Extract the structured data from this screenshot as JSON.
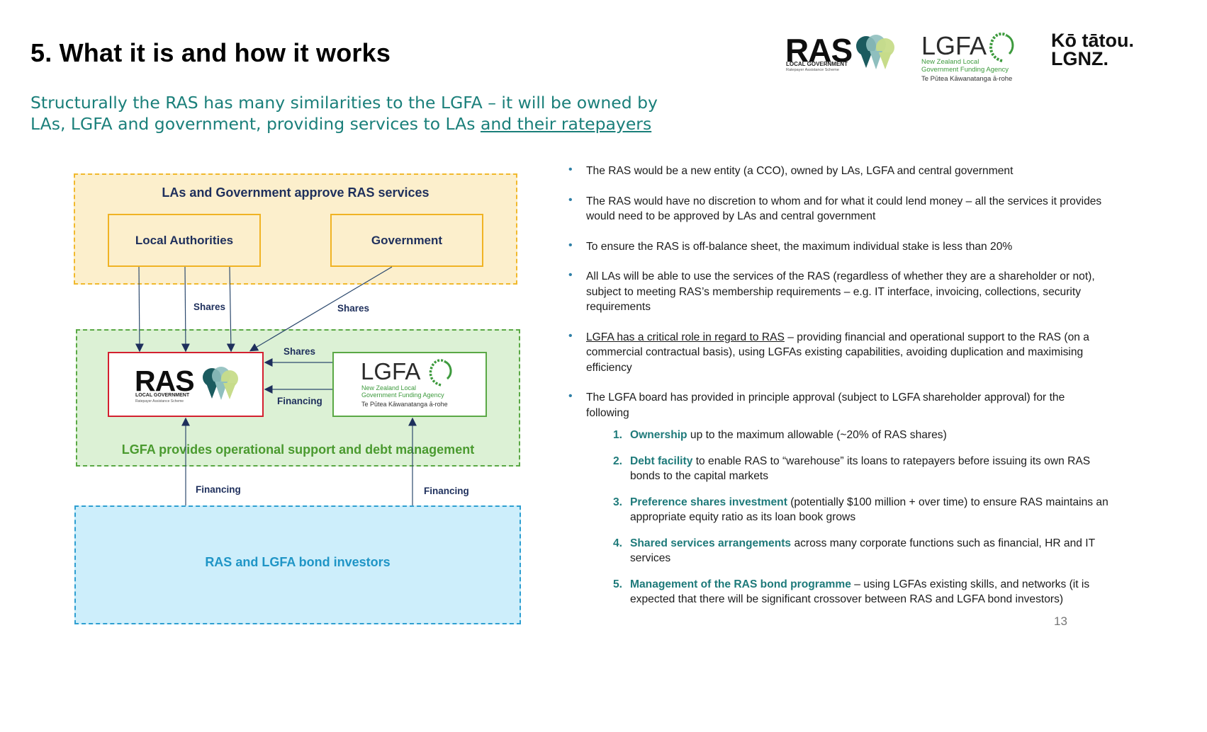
{
  "header": {
    "title": "5. What it is and how it works",
    "subtitle_lead": "Structurally the RAS has many similarities to the LGFA – it will be owned by LAs, LGFA and government, providing services to LAs ",
    "subtitle_underlined": "and their ratepayers"
  },
  "logos": {
    "ras": {
      "name": "RAS",
      "line1": "LOCAL GOVERNMENT",
      "line2": "Ratepayer Assistance Scheme",
      "colors": [
        "#1b5b5f",
        "#8fbfbe",
        "#c7dc8a"
      ]
    },
    "lgfa": {
      "name": "LGFA",
      "line1": "New Zealand Local",
      "line2": "Government Funding Agency",
      "maori": "Te Pūtea Kāwanatanga ā-rohe"
    },
    "kotatou": {
      "line1": "Kō tātou.",
      "line2": "LGNZ."
    }
  },
  "diagram": {
    "top_zone_title": "LAs and Government approve RAS services",
    "local_authorities": "Local Authorities",
    "government": "Government",
    "mid_zone_title": "LGFA provides operational support and debt management",
    "bottom_zone_title": "RAS and LGFA bond investors",
    "labels": {
      "shares_la": "Shares",
      "shares_gov": "Shares",
      "shares_lgfa": "Shares",
      "financing_lgfa": "Financing",
      "financing_left": "Financing",
      "financing_right": "Financing"
    },
    "colors": {
      "top_fill": "#fcefcc",
      "top_border": "#f1b92d",
      "mid_fill": "#dcf1d5",
      "mid_border": "#5aa845",
      "bot_fill": "#cdeefb",
      "bot_border": "#2e9fd1",
      "ras_border": "#d3202f",
      "arrow": "#2d4a6e"
    }
  },
  "bullets": [
    {
      "text": "The RAS would be a new entity (a CCO), owned by LAs, LGFA and central government"
    },
    {
      "text": "The RAS would have no discretion to whom and for what it could lend money – all the services it provides would need to be approved by LAs and central government"
    },
    {
      "text": "To ensure the RAS is off-balance sheet, the maximum individual stake  is less than 20%"
    },
    {
      "text": "All LAs will be able to use the services of the RAS (regardless of whether they are a shareholder or not), subject to meeting RAS’s membership requirements – e.g. IT interface, invoicing, collections, security requirements"
    },
    {
      "underlined": "LGFA has a critical role in regard to RAS",
      "text": " – providing financial and operational support to the RAS (on a commercial contractual basis), using LGFAs existing capabilities, avoiding duplication and maximising efficiency"
    },
    {
      "text": "The LGFA board has provided in principle approval (subject to LGFA shareholder approval) for the following"
    }
  ],
  "numbered": [
    {
      "n": "1.",
      "bold": "Ownership",
      "text": " up to the maximum allowable (~20% of RAS shares)"
    },
    {
      "n": "2.",
      "bold": "Debt facility",
      "text": " to enable RAS to “warehouse” its loans to ratepayers before issuing its own RAS bonds to the capital markets"
    },
    {
      "n": "3.",
      "bold": "Preference shares investment",
      "text": " (potentially $100 million + over time) to ensure RAS maintains an appropriate equity ratio as its loan book grows"
    },
    {
      "n": "4.",
      "bold": "Shared services arrangements",
      "text": " across many corporate functions such as financial, HR and IT services"
    },
    {
      "n": "5.",
      "bold": "Management of the RAS bond programme",
      "text": " – using LGFAs existing skills, and networks (it is expected that there will be significant crossover between RAS and LGFA bond investors)"
    }
  ],
  "page_number": "13"
}
